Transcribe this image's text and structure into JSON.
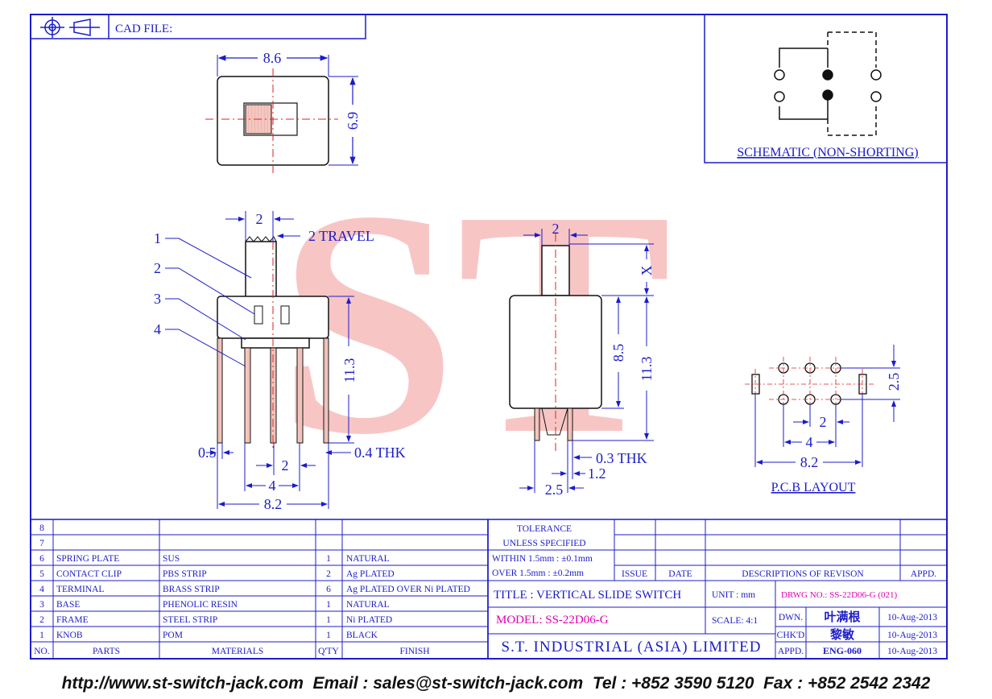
{
  "header": {
    "cad_file_label": "CAD FILE:"
  },
  "watermark": {
    "text": "ST"
  },
  "top_view": {
    "width_dim": "8.6",
    "height_dim": "6.9"
  },
  "side_view": {
    "travel_width": "2",
    "travel_label": "2 TRAVEL",
    "callouts": [
      "1",
      "2",
      "3",
      "4"
    ],
    "height_dim": "11.3",
    "pin_left": "0.5",
    "pin_thk": "0.4 THK",
    "pitch_2": "2",
    "pitch_4": "4",
    "overall_width": "8.2"
  },
  "front_view": {
    "actuator_width": "2",
    "x_label": "X",
    "body_height": "8.5",
    "total_height": "11.3",
    "thk": "0.3 THK",
    "pin_1_2": "1.2",
    "pin_2_5": "2.5"
  },
  "schematic": {
    "caption": "SCHEMATIC (NON-SHORTING)"
  },
  "pcb_layout": {
    "caption": "P.C.B LAYOUT",
    "row_pitch": "2.5",
    "pitch_2": "2",
    "pitch_4": "4",
    "overall": "8.2"
  },
  "bom": {
    "rows": [
      {
        "no": "8",
        "part": "",
        "material": "",
        "qty": "",
        "finish": ""
      },
      {
        "no": "7",
        "part": "",
        "material": "",
        "qty": "",
        "finish": ""
      },
      {
        "no": "6",
        "part": "SPRING PLATE",
        "material": "SUS",
        "qty": "1",
        "finish": "NATURAL"
      },
      {
        "no": "5",
        "part": "CONTACT CLIP",
        "material": "PBS STRIP",
        "qty": "2",
        "finish": "Ag PLATED"
      },
      {
        "no": "4",
        "part": "TERMINAL",
        "material": "BRASS STRIP",
        "qty": "6",
        "finish": "Ag PLATED OVER Ni PLATED"
      },
      {
        "no": "3",
        "part": "BASE",
        "material": "PHENOLIC RESIN",
        "qty": "1",
        "finish": "NATURAL"
      },
      {
        "no": "2",
        "part": "FRAME",
        "material": "STEEL STRIP",
        "qty": "1",
        "finish": "Ni PLATED"
      },
      {
        "no": "1",
        "part": "KNOB",
        "material": "POM",
        "qty": "1",
        "finish": "BLACK"
      }
    ],
    "header": {
      "no": "NO.",
      "parts": "PARTS",
      "materials": "MATERIALS",
      "qty": "Q'TY",
      "finish": "FINISH"
    }
  },
  "tolerance": {
    "line1": "TOLERANCE",
    "line2": "UNLESS  SPECIFIED",
    "within": "WITHIN  1.5mm : ±0.1mm",
    "over": "OVER    1.5mm : ±0.2mm"
  },
  "revision": {
    "issue": "ISSUE",
    "date": "DATE",
    "descriptions": "DESCRIPTIONS OF REVISON",
    "appd": "APPD."
  },
  "title_block": {
    "title": "TITLE : VERTICAL SLIDE SWITCH",
    "model": "MODEL: SS-22D06-G",
    "company": "S.T. INDUSTRIAL (ASIA) LIMITED",
    "unit_label": "UNIT :  mm",
    "scale_label": "SCALE:  4:1",
    "drwg_no": "DRWG NO.: SS-22D06-G (021)",
    "dwn_label": "DWN.",
    "dwn_name": "叶满根",
    "dwn_date": "10-Aug-2013",
    "chkd_label": "CHK'D",
    "chkd_name": "黎敏",
    "chkd_date": "10-Aug-2013",
    "appd_label": "APPD.",
    "appd_name": "ENG-060",
    "appd_date": "10-Aug-2013"
  },
  "footer": {
    "text": "http://www.st-switch-jack.com  Email : sales@st-switch-jack.com  Tel : +852 3590 5120  Fax : +852 2542 2342"
  }
}
